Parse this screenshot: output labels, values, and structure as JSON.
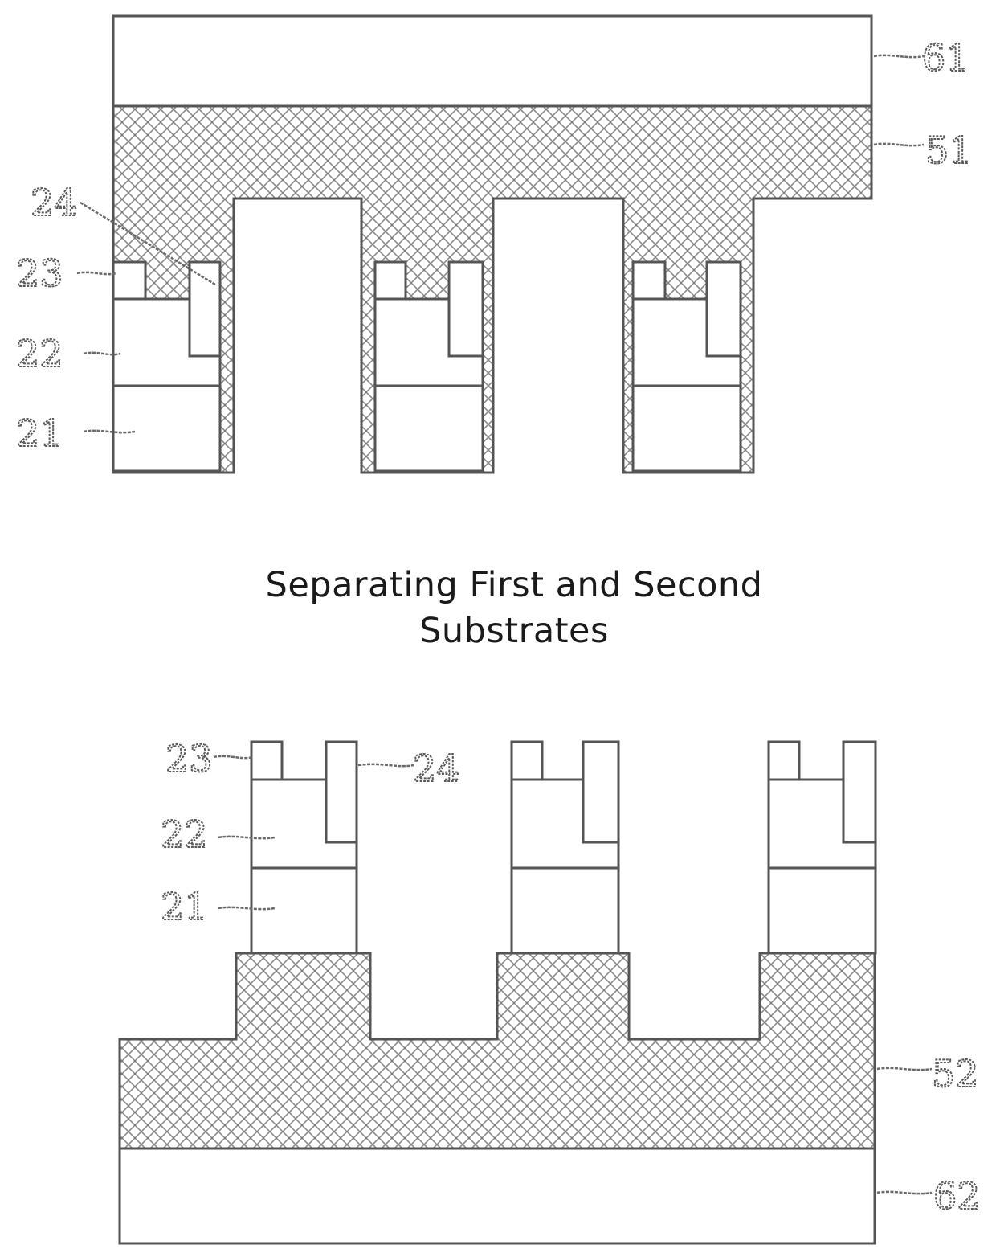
{
  "caption": {
    "line1": "Separating First and Second",
    "line2": "Substrates"
  },
  "top_labels": {
    "ref_61": "61",
    "ref_51": "51",
    "ref_24": "24",
    "ref_23": "23",
    "ref_22": "22",
    "ref_21": "21"
  },
  "bottom_labels": {
    "ref_23": "23",
    "ref_24": "24",
    "ref_22": "22",
    "ref_21": "21",
    "ref_52": "52",
    "ref_62": "62"
  },
  "colors": {
    "line": "#555555",
    "background": "#ffffff"
  }
}
